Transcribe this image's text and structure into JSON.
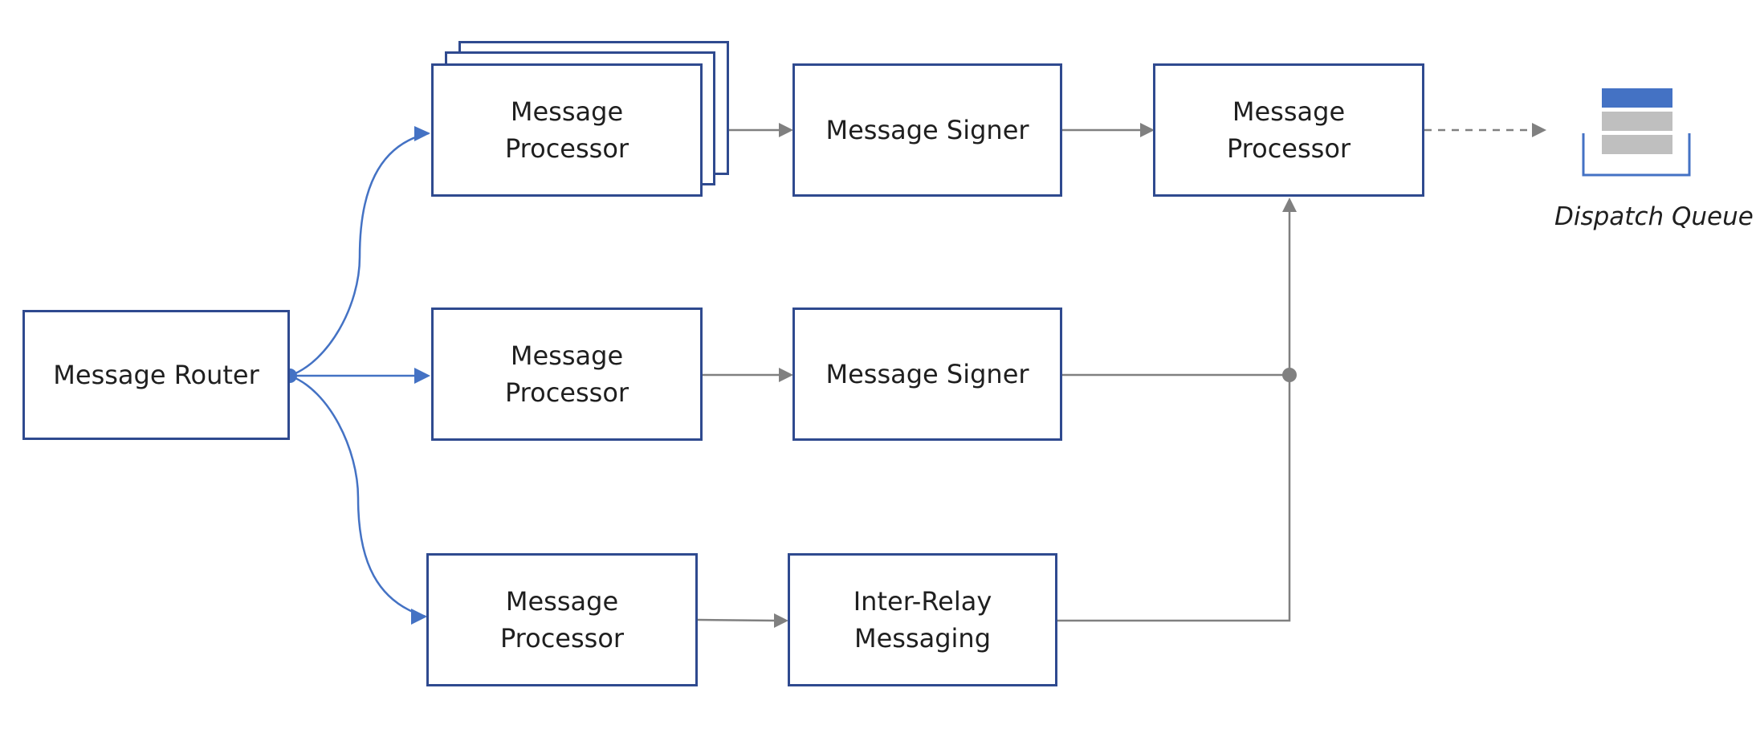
{
  "colors": {
    "box_border": "#2f4a8f",
    "router_connector": "#4472c4",
    "flow_connector": "#808080",
    "queue_top_slot": "#4472c4",
    "queue_slot": "#bfbfbf"
  },
  "nodes": {
    "router": {
      "label": "Message Router"
    },
    "processor_top": {
      "label": "Message\nProcessor"
    },
    "signer_top": {
      "label": "Message Signer"
    },
    "processor_final": {
      "label": "Message\nProcessor"
    },
    "processor_middle": {
      "label": "Message\nProcessor"
    },
    "signer_middle": {
      "label": "Message Signer"
    },
    "processor_bottom": {
      "label": "Message\nProcessor"
    },
    "inter_relay": {
      "label": "Inter-Relay\nMessaging"
    }
  },
  "queue": {
    "icon": "queue-icon",
    "caption": "Dispatch Queue"
  }
}
